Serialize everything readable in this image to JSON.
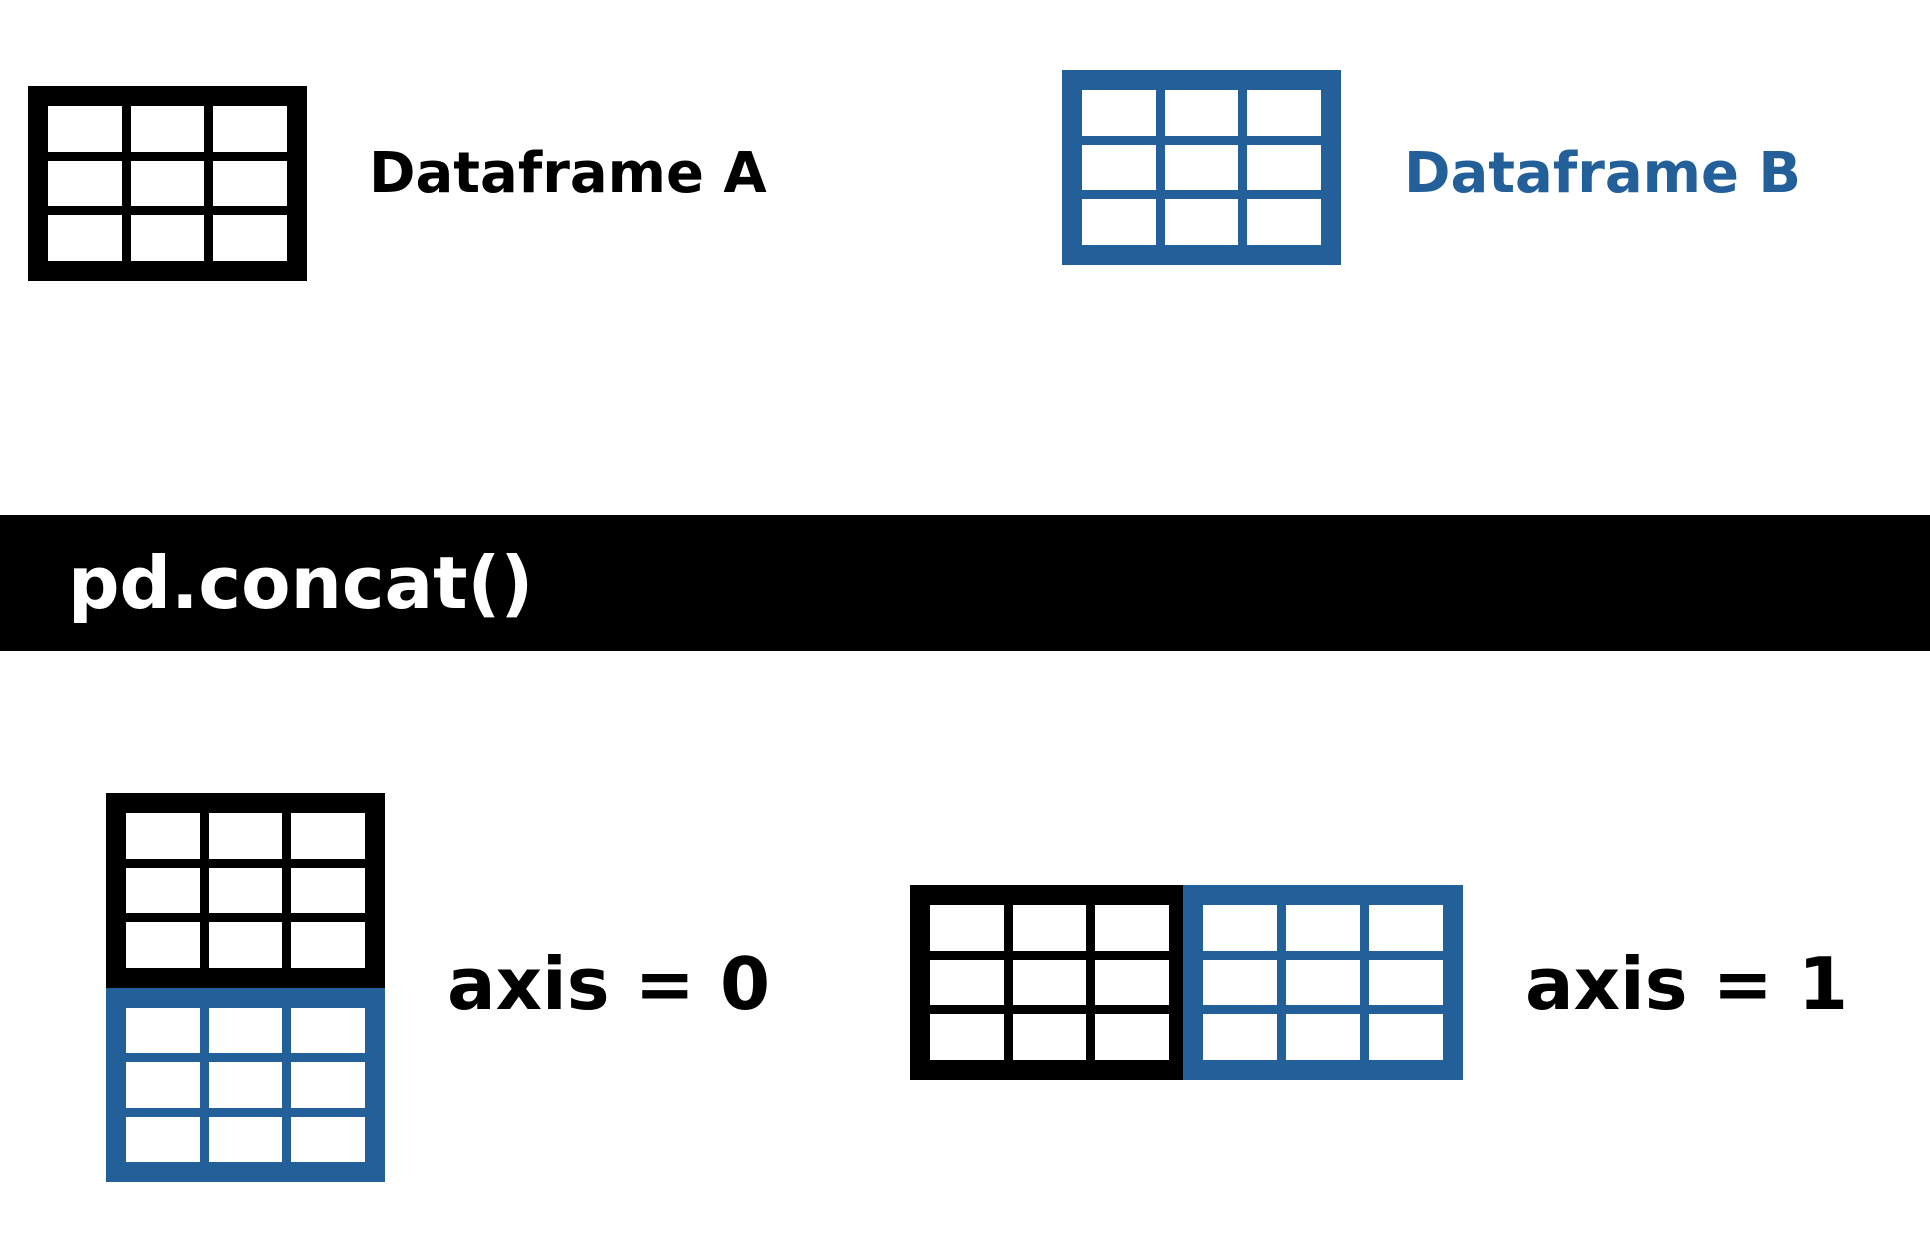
{
  "colors": {
    "dataframe_a": "#000000",
    "dataframe_b": "#23609a",
    "background": "#ffffff",
    "banner_background": "#000000",
    "banner_text": "#ffffff"
  },
  "inputs": {
    "dataframe_a": {
      "label": "Dataframe A"
    },
    "dataframe_b": {
      "label": "Dataframe B"
    }
  },
  "banner": {
    "function_label": "pd.concat()"
  },
  "outputs": {
    "axis0": {
      "label": "axis = 0"
    },
    "axis1": {
      "label": "axis = 1"
    }
  }
}
